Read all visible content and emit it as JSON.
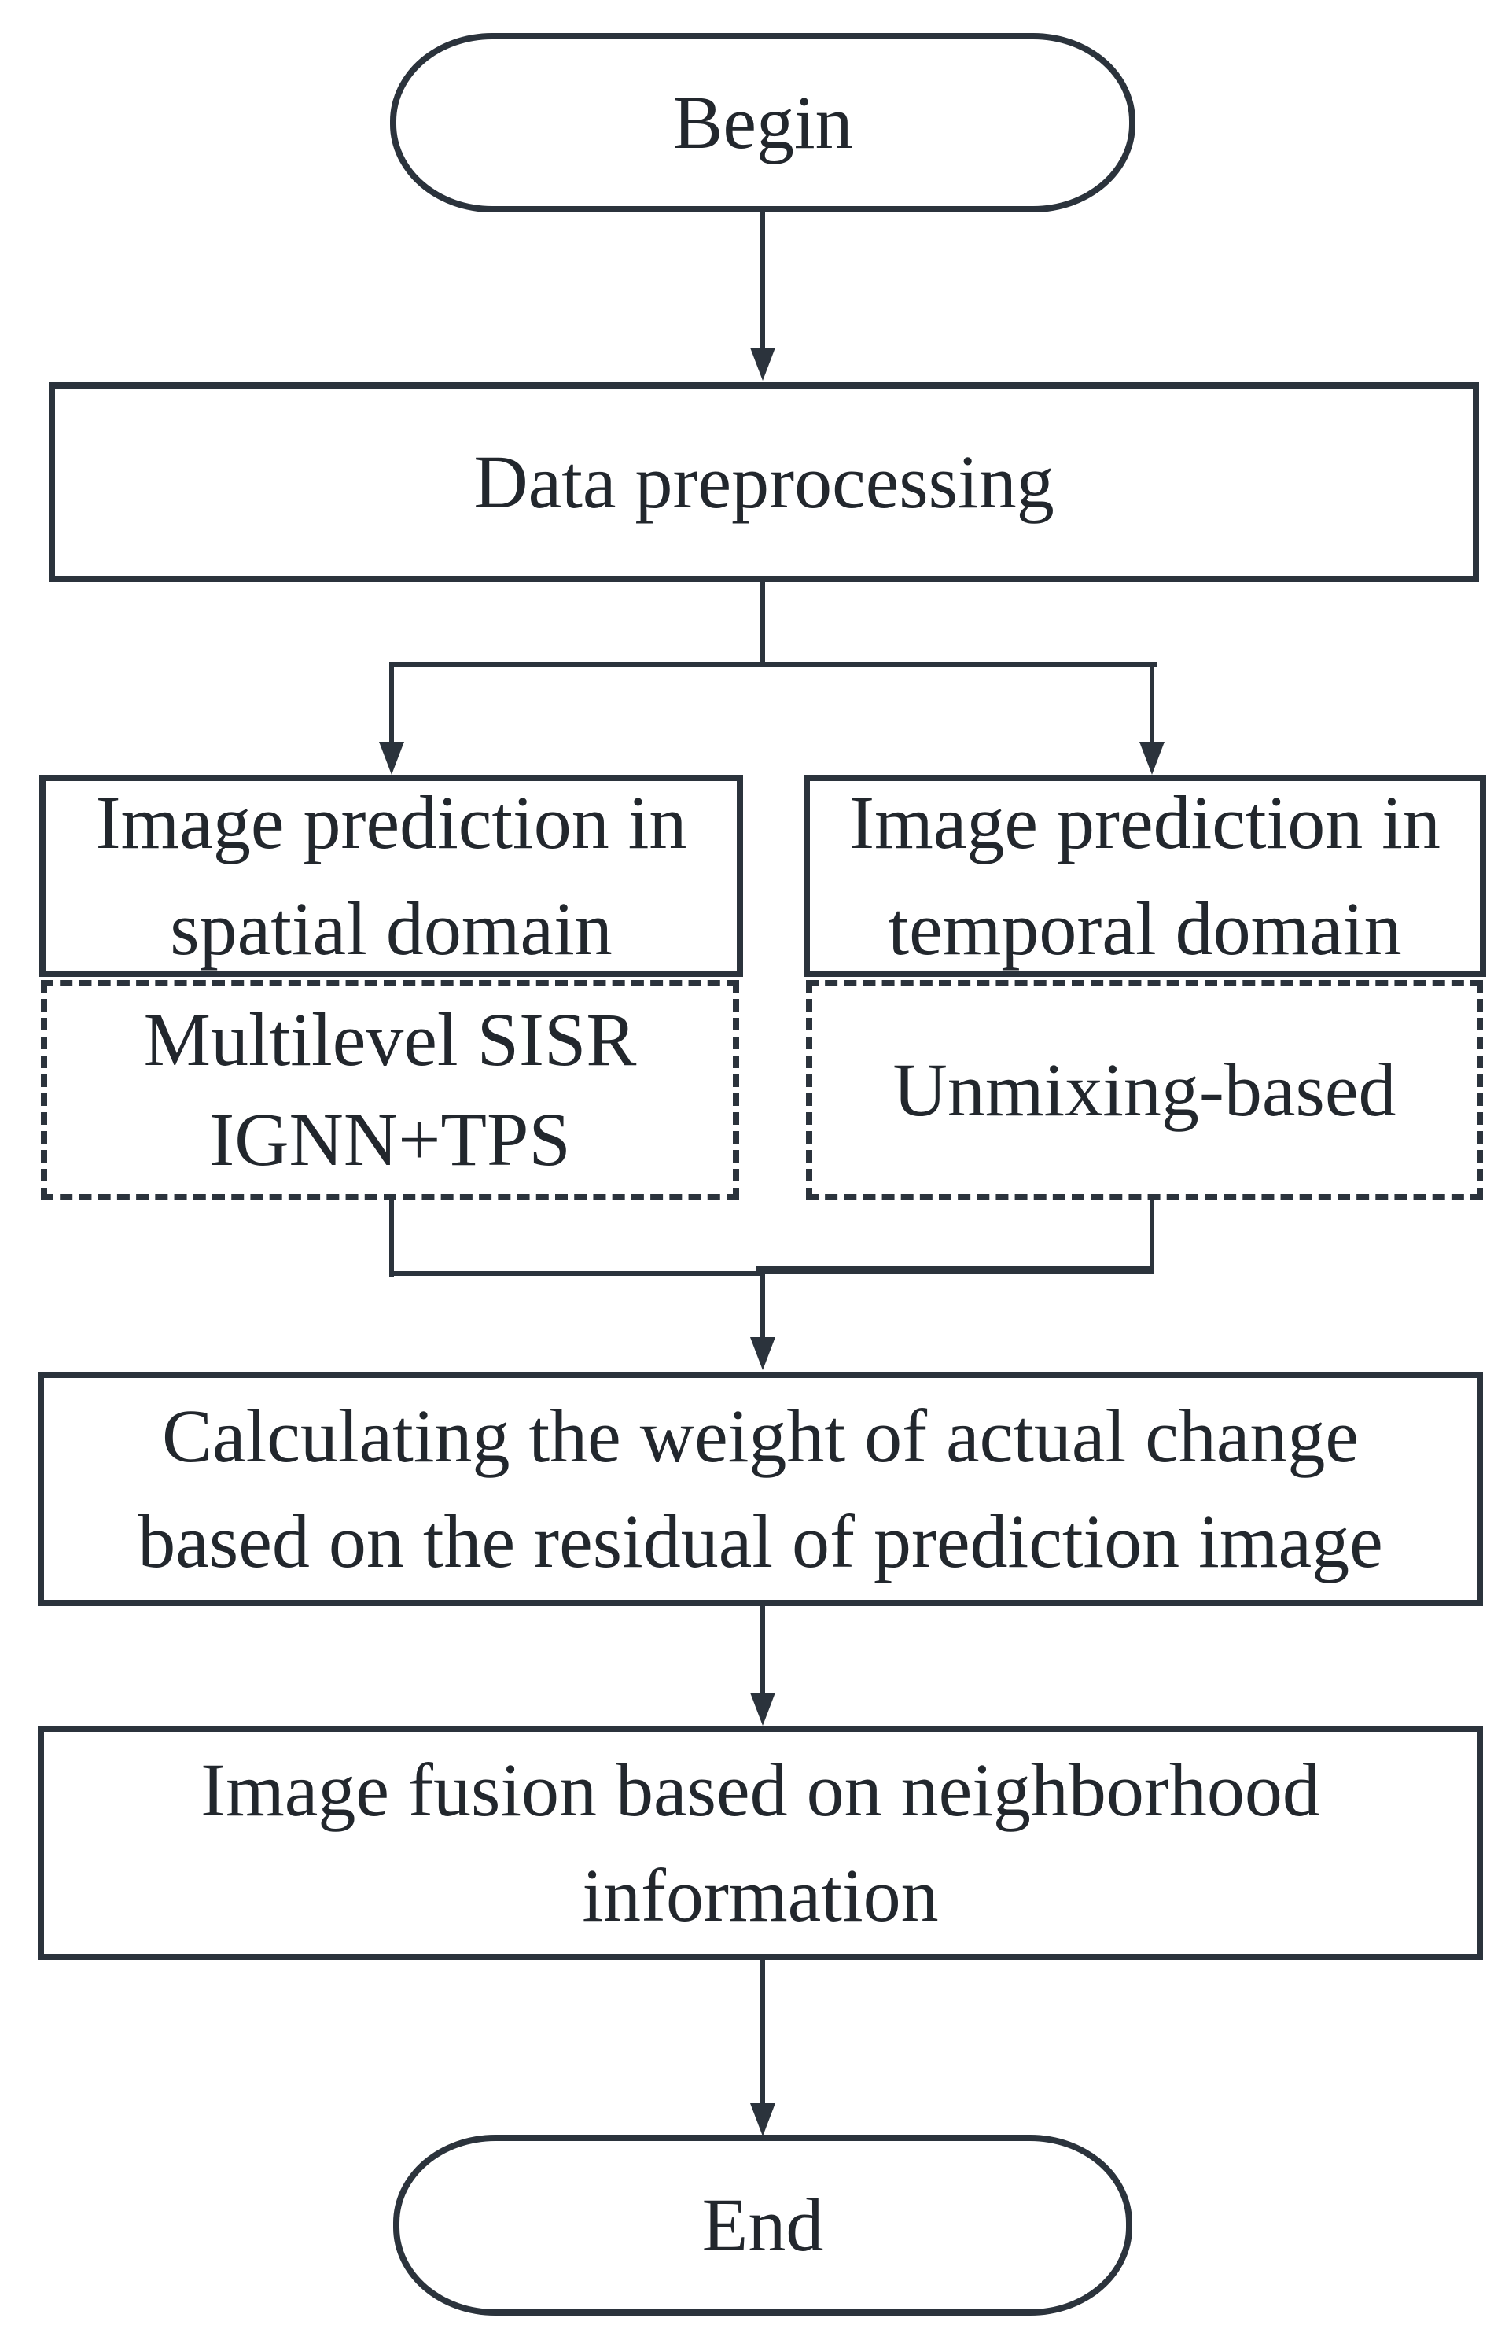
{
  "diagram": {
    "type": "flowchart",
    "colors": {
      "stroke": "#2b333c",
      "text": "#22272d",
      "background": "#ffffff"
    },
    "nodes": {
      "begin": {
        "shape": "terminator",
        "label": "Begin"
      },
      "preprocessing": {
        "shape": "process",
        "label": "Data preprocessing"
      },
      "spatial": {
        "shape": "process",
        "line1": "Image prediction in",
        "line2": "spatial domain"
      },
      "spatial_method": {
        "shape": "dashed-process",
        "line1": "Multilevel SISR",
        "line2": "IGNN+TPS"
      },
      "temporal": {
        "shape": "process",
        "line1": "Image prediction in",
        "line2": "temporal domain"
      },
      "temporal_method": {
        "shape": "dashed-process",
        "label": "Unmixing-based"
      },
      "weight": {
        "shape": "process",
        "line1": "Calculating the weight of actual change",
        "line2": "based on the residual of prediction image"
      },
      "fusion": {
        "shape": "process",
        "line1": "Image fusion based on neighborhood",
        "line2": "information"
      },
      "end": {
        "shape": "terminator",
        "label": "End"
      }
    },
    "edges": [
      {
        "from": "begin",
        "to": "preprocessing"
      },
      {
        "from": "preprocessing",
        "to": "spatial"
      },
      {
        "from": "preprocessing",
        "to": "temporal"
      },
      {
        "from": "spatial_method",
        "to": "weight"
      },
      {
        "from": "temporal_method",
        "to": "weight"
      },
      {
        "from": "weight",
        "to": "fusion"
      },
      {
        "from": "fusion",
        "to": "end"
      }
    ]
  }
}
